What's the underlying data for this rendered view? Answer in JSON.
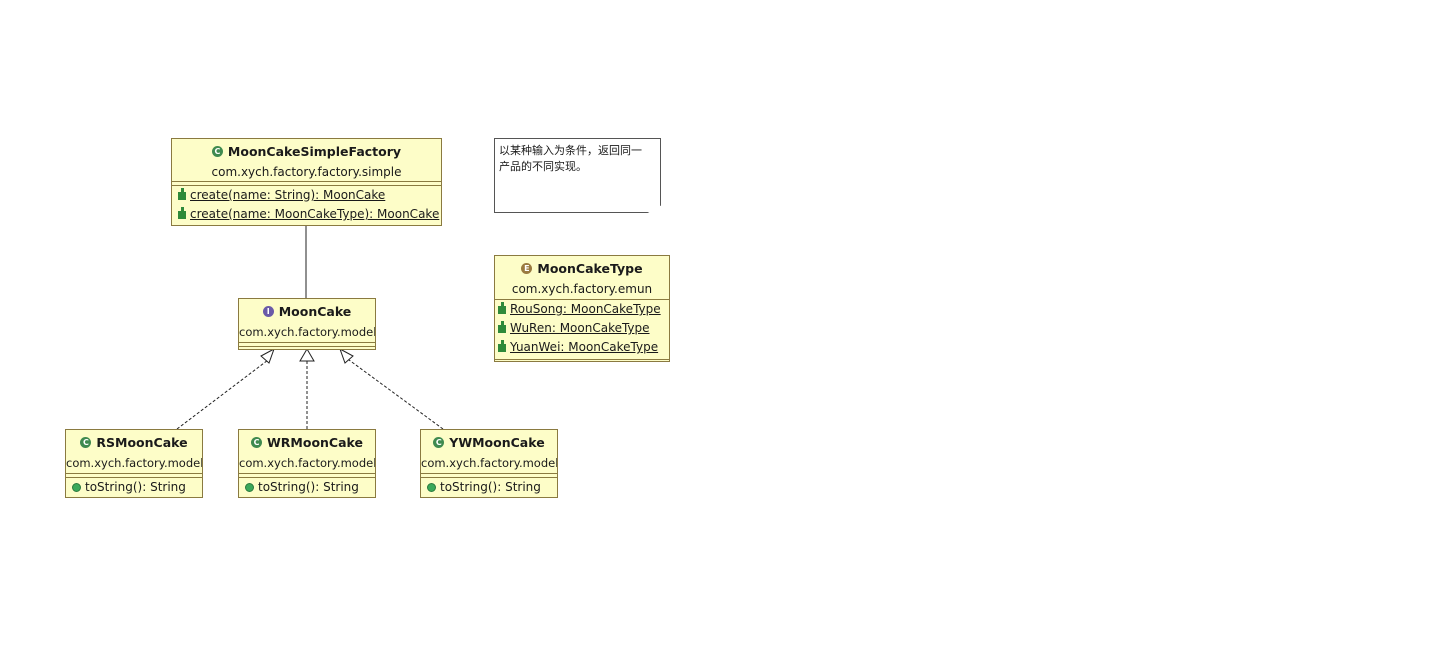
{
  "factory": {
    "name": "MoonCakeSimpleFactory",
    "package": "com.xych.factory.factory.simple",
    "methods": [
      "create(name: String): MoonCake",
      "create(name: MoonCakeType): MoonCake"
    ]
  },
  "note": {
    "line1": "以某种输入为条件，返回同一",
    "line2": "产品的不同实现。"
  },
  "enum": {
    "name": "MoonCakeType",
    "package": "com.xych.factory.emun",
    "literals": [
      "RouSong: MoonCakeType",
      "WuRen: MoonCakeType",
      "YuanWei: MoonCakeType"
    ]
  },
  "interface": {
    "name": "MoonCake",
    "package": "com.xych.factory.model"
  },
  "rs": {
    "name": "RSMoonCake",
    "package": "com.xych.factory.model",
    "method": "toString(): String"
  },
  "wr": {
    "name": "WRMoonCake",
    "package": "com.xych.factory.model",
    "method": "toString(): String"
  },
  "yw": {
    "name": "YWMoonCake",
    "package": "com.xych.factory.model",
    "method": "toString(): String"
  },
  "icons": {
    "class": "class-icon",
    "interface": "interface-icon",
    "enum": "enum-icon",
    "method": "public-method-icon",
    "static": "static-method-icon",
    "literal": "enum-literal-icon"
  },
  "colors": {
    "box_fill": "#fdfdc8",
    "box_border": "#8a7a40",
    "class_badge": "#3f8a4f",
    "interface_badge": "#6a5aa8",
    "enum_badge": "#9a7a40"
  }
}
